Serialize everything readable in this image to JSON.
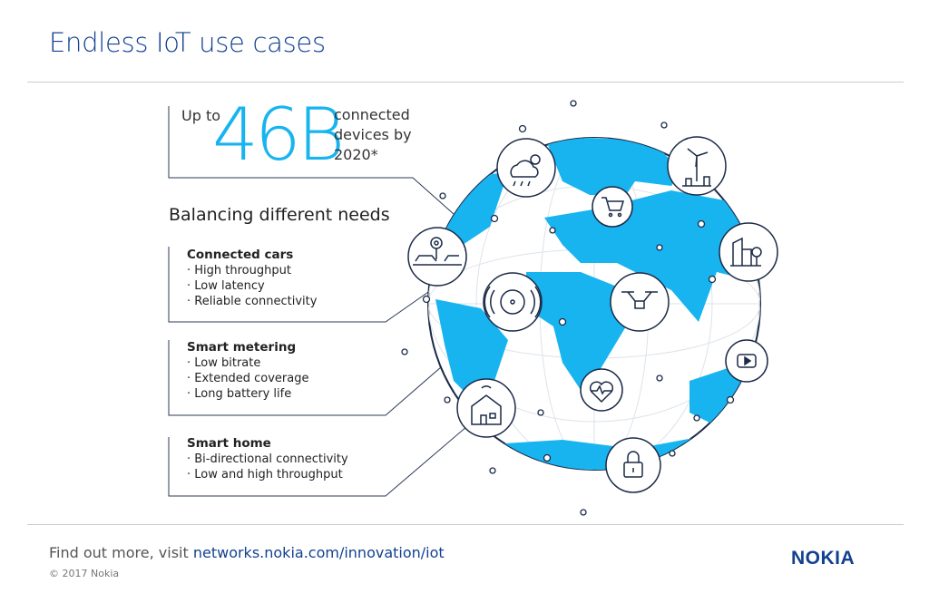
{
  "title": "Endless IoT use cases",
  "stat": {
    "prefix": "Up to",
    "value": "46B",
    "suffix_lines": [
      "connected",
      "devices by",
      "2020*"
    ]
  },
  "subtitle": "Balancing different needs",
  "use_cases": [
    {
      "name": "Connected cars",
      "items": [
        "· High throughput",
        "· Low latency",
        "· Reliable connectivity"
      ]
    },
    {
      "name": "Smart metering",
      "items": [
        "· Low bitrate",
        "· Extended coverage",
        "· Long battery life"
      ]
    },
    {
      "name": "Smart home",
      "items": [
        "· Bi-directional connectivity",
        "· Low and high throughput"
      ]
    }
  ],
  "footer": {
    "text": "Find out more, visit",
    "link": "networks.nokia.com/innovation/iot",
    "copyright": "© 2017 Nokia"
  },
  "logo": "NOKIA",
  "colors": {
    "brand": "#124191",
    "accent": "#18b4f0"
  },
  "globe_icons": [
    "weather-icon",
    "shopping-cart-icon",
    "wind-turbine-icon",
    "city-icon",
    "connected-cars-icon",
    "smart-meter-icon",
    "drone-icon",
    "video-play-icon",
    "heart-rate-icon",
    "smart-home-icon",
    "lock-icon"
  ]
}
